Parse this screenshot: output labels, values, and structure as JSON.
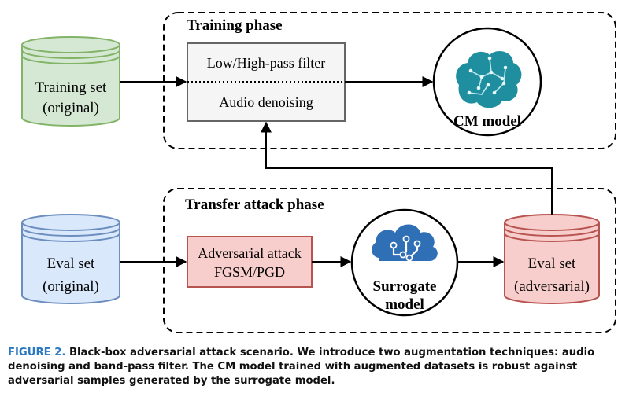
{
  "training_phase": {
    "title": "Training phase"
  },
  "transfer_phase": {
    "title": "Transfer attack phase"
  },
  "training_set": {
    "line1": "Training set",
    "line2": "(original)",
    "fill": "#d5e8d4",
    "stroke": "#82b366"
  },
  "eval_set_original": {
    "line1": "Eval set",
    "line2": "(original)",
    "fill": "#dae8fc",
    "stroke": "#6c8ebf"
  },
  "eval_set_adversarial": {
    "line1": "Eval set",
    "line2": "(adversarial)",
    "fill": "#f8cecc",
    "stroke": "#b85450"
  },
  "augmentation_box": {
    "top": "Low/High-pass filter",
    "bottom": "Audio denoising",
    "fill": "#f5f5f5",
    "stroke": "#666666"
  },
  "attack_box": {
    "line1": "Adversarial attack",
    "line2": "FGSM/PGD",
    "fill": "#f8cecc",
    "stroke": "#b85450"
  },
  "cm_model": {
    "label": "CM model",
    "icon": "brain-icon",
    "icon_color": "#1f8fa0"
  },
  "surrogate_model": {
    "line1": "Surrogate",
    "line2": "model",
    "icon": "cloud-circuit-icon",
    "icon_color": "#2f6fb5"
  },
  "caption": {
    "label": "FIGURE 2.",
    "text": "Black-box adversarial attack scenario. We introduce two augmentation techniques: audio denoising and band-pass filter. The CM model trained with augmented datasets is robust against adversarial samples generated by the surrogate model."
  }
}
